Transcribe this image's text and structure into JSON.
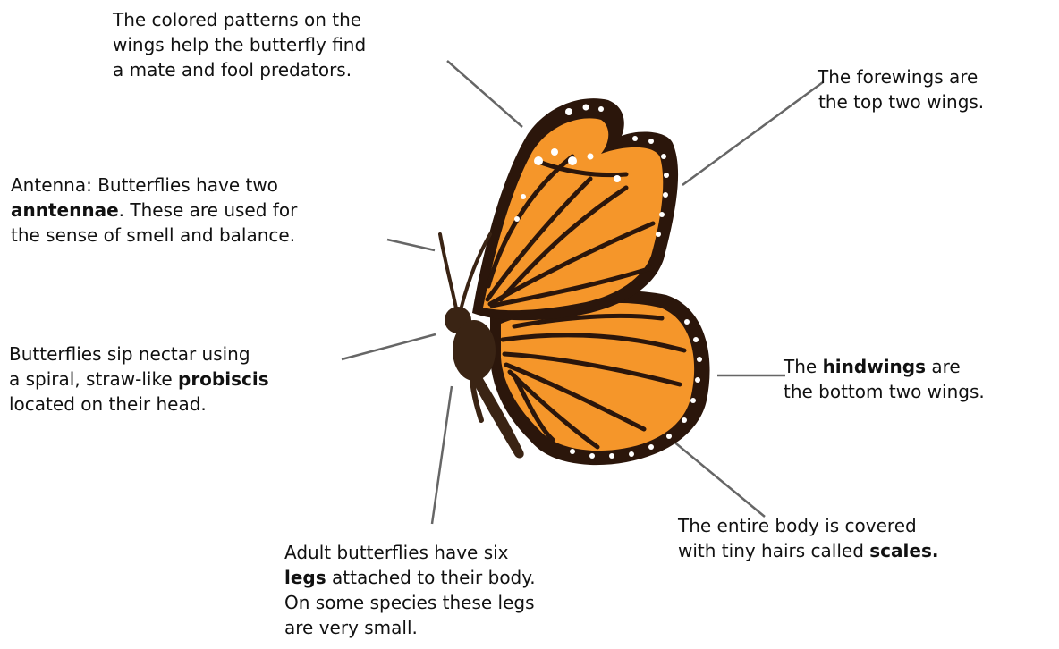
{
  "colors": {
    "wing_orange": "#f5962a",
    "wing_light": "#fbbf66",
    "wing_border": "#2b160b",
    "body": "#3a2414",
    "spots": "#ffffff",
    "leader_line": "#666666"
  },
  "labels": {
    "patterns": {
      "line1": "The colored patterns on the",
      "line2": "wings help the butterfly find",
      "line3": "a mate and fool predators."
    },
    "forewings": {
      "line1": "The forewings are",
      "line2": "the top two wings."
    },
    "antenna": {
      "line1": "Antenna: Butterflies have two",
      "line2_bold": "anntennae",
      "line2_rest": ".  These are used for",
      "line3": "the sense of smell and balance."
    },
    "proboscis": {
      "line1": "Butterflies sip nectar using",
      "line2_pre": "a spiral, straw-like ",
      "line2_bold": "probiscis",
      "line3": "located on their head."
    },
    "hindwings": {
      "line1_pre": "The ",
      "line1_bold": "hindwings",
      "line1_post": " are",
      "line2": "the bottom two wings."
    },
    "scales": {
      "line1": "The entire body is covered",
      "line2_pre": "with tiny hairs called ",
      "line2_bold": "scales."
    },
    "legs": {
      "line1": "Adult butterflies have six",
      "line2_bold": "legs",
      "line2_rest": " attached to their body.",
      "line3": "On some species these legs",
      "line4": "are very small."
    }
  }
}
